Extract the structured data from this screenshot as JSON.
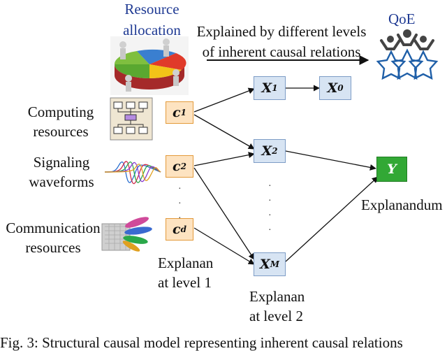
{
  "header": {
    "resource_line1": "Resource",
    "resource_line2": "allocation",
    "explained_line1": "Explained by different levels",
    "explained_line2": "of inherent causal relations",
    "qoe": "QoE"
  },
  "left_labels": {
    "computing_1": "Computing",
    "computing_2": "resources",
    "signaling_1": "Signaling",
    "signaling_2": "waveforms",
    "communication_1": "Communication",
    "communication_2": "resources"
  },
  "nodes": {
    "c1": {
      "base": "c",
      "sub": "1"
    },
    "c2": {
      "base": "c",
      "sub": "2"
    },
    "cd": {
      "base": "c",
      "sub": "d"
    },
    "x1": {
      "base": "X",
      "sub": "1"
    },
    "x0": {
      "base": "X",
      "sub": "0"
    },
    "x2": {
      "base": "X",
      "sub": "2"
    },
    "xm": {
      "base": "X",
      "sub": "M"
    },
    "y": {
      "base": "Y"
    }
  },
  "level_labels": {
    "explanan_1_a": "Explanan",
    "explanan_1_b": "at level 1",
    "explanan_2_a": "Explanan",
    "explanan_2_b": "at level 2",
    "explanandum": "Explanandum"
  },
  "caption": "Fig. 3: Structural causal model representing inherent causal relations",
  "icons": [
    "pie-chart-teamwork-icon",
    "qoe-people-icon",
    "computing-network-icon",
    "waveform-icon",
    "communication-antenna-icon"
  ]
}
